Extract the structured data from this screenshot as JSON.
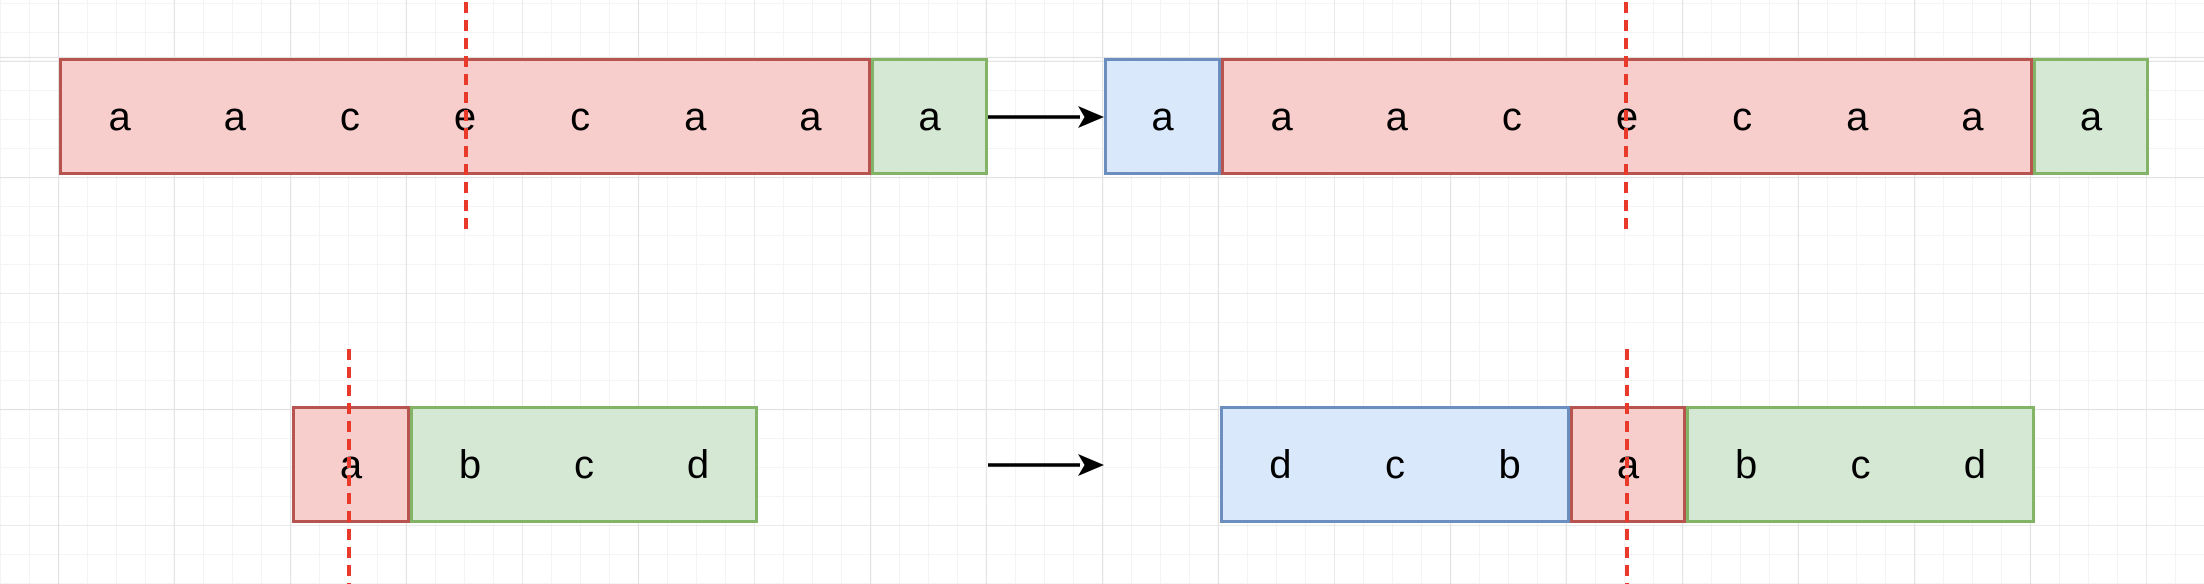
{
  "diagram": {
    "description_visible_strings": [
      "aacecaa",
      "a",
      "abcd",
      "dcbabcd"
    ],
    "top_row": {
      "before": {
        "red": [
          "a",
          "a",
          "c",
          "e",
          "c",
          "a",
          "a"
        ],
        "green": [
          "a"
        ]
      },
      "after": {
        "blue": [
          "a"
        ],
        "red": [
          "a",
          "a",
          "c",
          "e",
          "c",
          "a",
          "a"
        ],
        "green": [
          "a"
        ]
      }
    },
    "bottom_row": {
      "before": {
        "red": [
          "a"
        ],
        "green": [
          "b",
          "c",
          "d"
        ]
      },
      "after": {
        "blue": [
          "d",
          "c",
          "b"
        ],
        "red": [
          "a"
        ],
        "green": [
          "b",
          "c",
          "d"
        ]
      }
    }
  },
  "palette": {
    "red_fill": "#f8cecc",
    "red_stroke": "#b85450",
    "green_fill": "#d5e8d4",
    "green_stroke": "#82b366",
    "blue_fill": "#dae8fc",
    "blue_stroke": "#6c8ebf",
    "axis_color": "#e8392a",
    "arrow_color": "#000000",
    "letter_color": "#000000",
    "grid_minor": "#f4f4f4",
    "grid_major": "#e2e2e2",
    "background": "#ffffff"
  },
  "icons": {
    "transform_arrow": "right-arrow",
    "symmetry_axis": "vertical-dashed-line"
  }
}
